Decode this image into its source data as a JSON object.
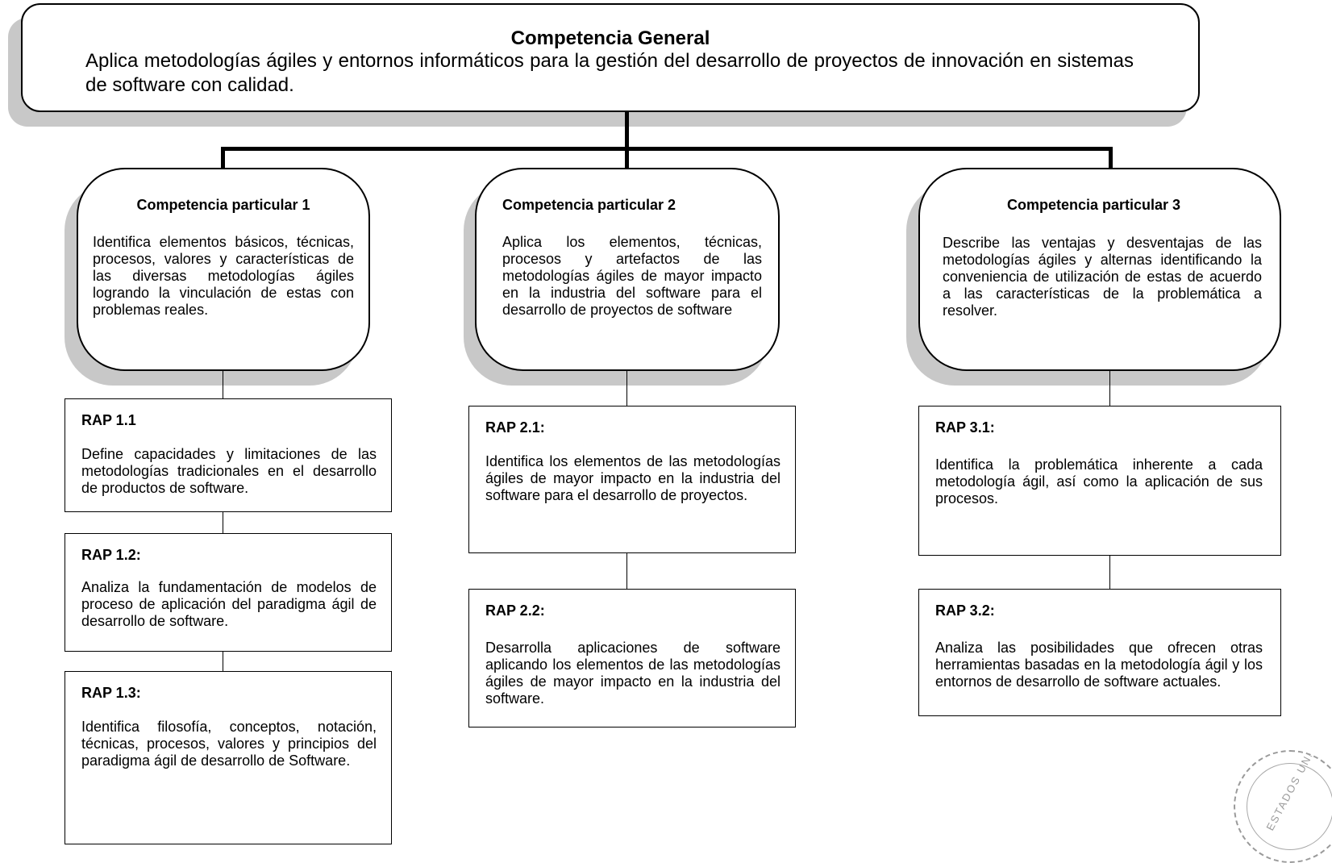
{
  "general": {
    "title": "Competencia General",
    "text": "Aplica metodologías ágiles y entornos informáticos para la gestión del desarrollo de proyectos de innovación en sistemas de software con calidad."
  },
  "particulares": [
    {
      "title": "Competencia particular 1",
      "text": "Identifica elementos básicos, técnicas, procesos, valores y características de las diversas metodologías ágiles logrando la vinculación de estas con problemas reales.",
      "raps": [
        {
          "title": "RAP 1.1",
          "text": "Define capacidades y limitaciones de las metodologías tradicionales en el desarrollo de productos de software."
        },
        {
          "title": "RAP 1.2:",
          "text": "Analiza la fundamentación de modelos de proceso de aplicación del paradigma ágil de desarrollo de software."
        },
        {
          "title": "RAP 1.3:",
          "text": "Identifica filosofía, conceptos, notación, técnicas, procesos, valores y principios del paradigma ágil  de desarrollo de Software."
        }
      ]
    },
    {
      "title": "Competencia particular 2",
      "text": "Aplica los elementos, técnicas, procesos y artefactos de las metodologías ágiles de mayor impacto en la industria del software para el desarrollo de proyectos de software",
      "raps": [
        {
          "title": "RAP 2.1:",
          "text": "Identifica los elementos de las metodologías ágiles de mayor impacto en la industria del software para el desarrollo de proyectos."
        },
        {
          "title": "RAP 2.2:",
          "text": "Desarrolla aplicaciones de software aplicando los elementos de las metodologías ágiles de mayor impacto en la industria del software."
        }
      ]
    },
    {
      "title": "Competencia particular 3",
      "text": "Describe las ventajas y desventajas de las metodologías ágiles y alternas identificando la conveniencia de utilización de estas de acuerdo a las características de la problemática a resolver.",
      "raps": [
        {
          "title": "RAP 3.1:",
          "text": "Identifica la problemática inherente a cada metodología ágil, así como la aplicación de sus procesos."
        },
        {
          "title": "RAP 3.2:",
          "text": "Analiza las posibilidades que ofrecen otras herramientas basadas en la metodología ágil y los entornos de desarrollo de software actuales."
        }
      ]
    }
  ],
  "seal": {
    "text": "ESTADOS UNIDOS"
  }
}
